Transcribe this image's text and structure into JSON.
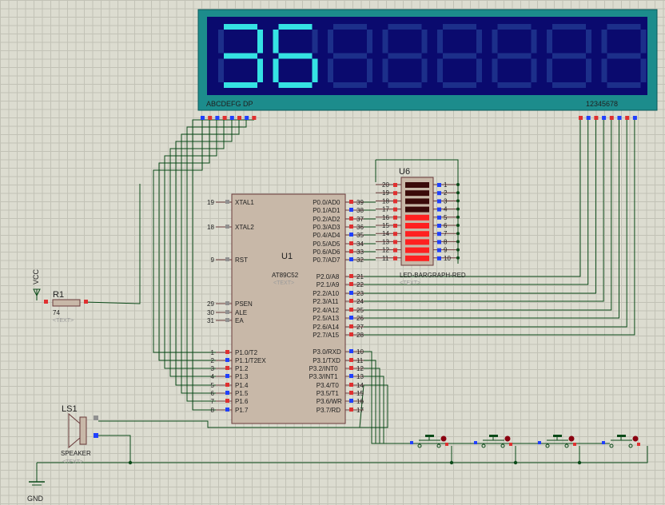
{
  "display": {
    "digits": [
      "3",
      "6",
      "",
      "",
      "",
      "",
      "",
      ""
    ],
    "segment_label": "ABCDEFG  DP",
    "digit_label": "12345678",
    "colors": {
      "frame": "#1c8c8c",
      "bg": "#0a0a6e",
      "on": "#35e3e3",
      "off": "#1c2f8a"
    }
  },
  "mcu": {
    "ref": "U1",
    "part": "AT89C52",
    "text_placeholder": "<TEXT>",
    "left_pins": [
      {
        "num": "19",
        "name": "XTAL1"
      },
      {
        "num": "18",
        "name": "XTAL2"
      },
      {
        "num": "9",
        "name": "RST"
      },
      {
        "num": "29",
        "name": "PSEN"
      },
      {
        "num": "30",
        "name": "ALE"
      },
      {
        "num": "31",
        "name": "EA"
      },
      {
        "num": "1",
        "name": "P1.0/T2"
      },
      {
        "num": "2",
        "name": "P1.1/T2EX"
      },
      {
        "num": "3",
        "name": "P1.2"
      },
      {
        "num": "4",
        "name": "P1.3"
      },
      {
        "num": "5",
        "name": "P1.4"
      },
      {
        "num": "6",
        "name": "P1.5"
      },
      {
        "num": "7",
        "name": "P1.6"
      },
      {
        "num": "8",
        "name": "P1.7"
      }
    ],
    "right_pins": [
      {
        "num": "39",
        "name": "P0.0/AD0"
      },
      {
        "num": "38",
        "name": "P0.1/AD1"
      },
      {
        "num": "37",
        "name": "P0.2/AD2"
      },
      {
        "num": "36",
        "name": "P0.3/AD3"
      },
      {
        "num": "35",
        "name": "P0.4/AD4"
      },
      {
        "num": "34",
        "name": "P0.5/AD5"
      },
      {
        "num": "33",
        "name": "P0.6/AD6"
      },
      {
        "num": "32",
        "name": "P0.7/AD7"
      },
      {
        "num": "21",
        "name": "P2.0/A8"
      },
      {
        "num": "22",
        "name": "P2.1/A9"
      },
      {
        "num": "23",
        "name": "P2.2/A10"
      },
      {
        "num": "24",
        "name": "P2.3/A11"
      },
      {
        "num": "25",
        "name": "P2.4/A12"
      },
      {
        "num": "26",
        "name": "P2.5/A13"
      },
      {
        "num": "27",
        "name": "P2.6/A14"
      },
      {
        "num": "28",
        "name": "P2.7/A15"
      },
      {
        "num": "10",
        "name": "P3.0/RXD"
      },
      {
        "num": "11",
        "name": "P3.1/TXD"
      },
      {
        "num": "12",
        "name": "P3.2/INT0"
      },
      {
        "num": "13",
        "name": "P3.3/INT1"
      },
      {
        "num": "14",
        "name": "P3.4/T0"
      },
      {
        "num": "15",
        "name": "P3.5/T1"
      },
      {
        "num": "16",
        "name": "P3.6/WR"
      },
      {
        "num": "17",
        "name": "P3.7/RD"
      }
    ]
  },
  "bargraph": {
    "ref": "U6",
    "part": "LED-BARGRAPH-RED",
    "text_placeholder": "<TEXT>",
    "left_nums": [
      "20",
      "19",
      "18",
      "17",
      "16",
      "15",
      "14",
      "13",
      "12",
      "11"
    ],
    "right_nums": [
      "1",
      "2",
      "3",
      "4",
      "5",
      "6",
      "7",
      "8",
      "9",
      "10"
    ],
    "lit": [
      false,
      false,
      false,
      false,
      true,
      true,
      true,
      true,
      true,
      true
    ],
    "colors": {
      "on": "#ff2020",
      "off": "#3a0a0a"
    }
  },
  "resistor": {
    "ref": "R1",
    "value": "74",
    "text_placeholder": "<TEXT>"
  },
  "power": {
    "vcc": "VCC",
    "gnd": "GND"
  },
  "speaker": {
    "ref": "LS1",
    "part": "SPEAKER",
    "text_placeholder": "<TEXT>"
  },
  "buttons": [
    "",
    "",
    "",
    ""
  ]
}
